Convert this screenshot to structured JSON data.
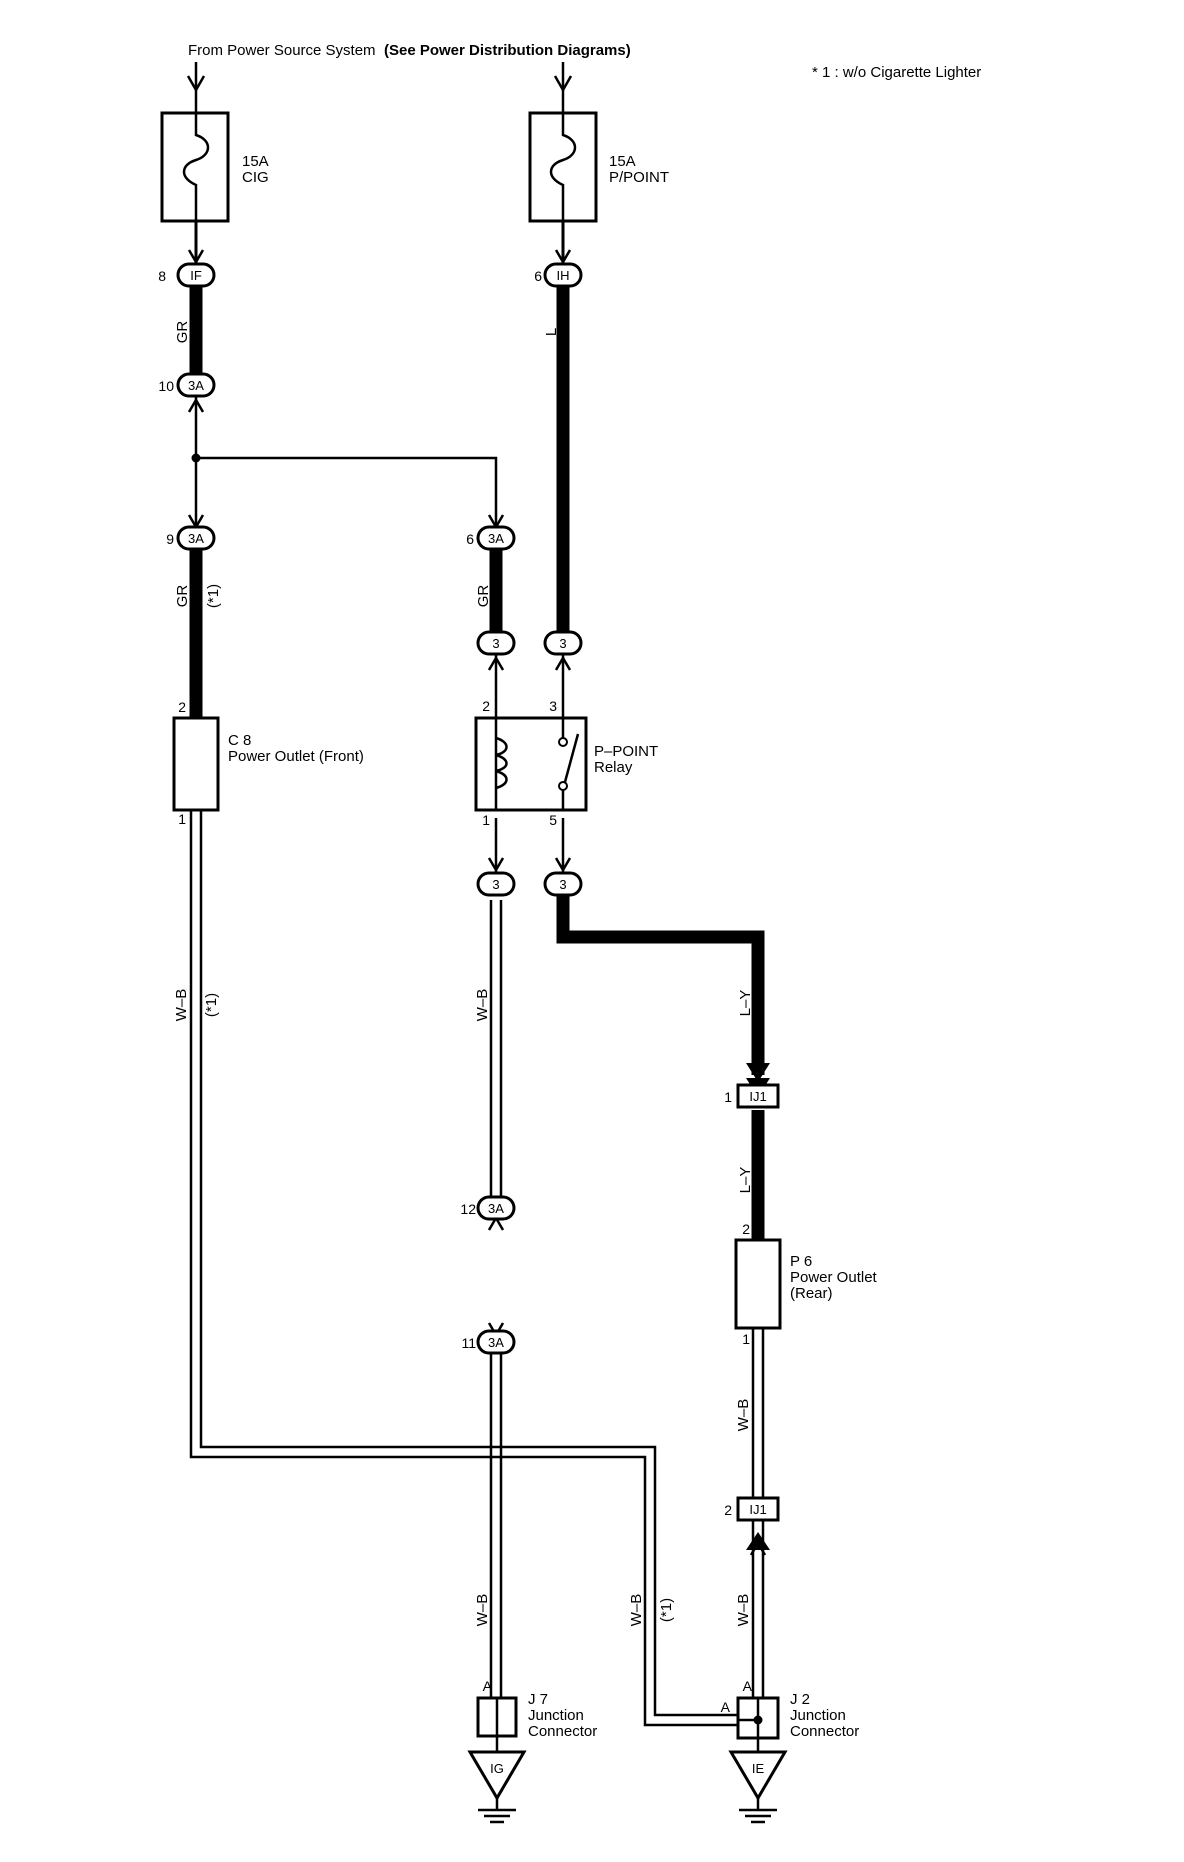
{
  "header": {
    "source_prefix": "From Power Source System",
    "source_ref": "(See Power Distribution Diagrams)",
    "footnote": "* 1 : w/o Cigarette Lighter"
  },
  "fuses": [
    {
      "amp": "15A",
      "name": "CIG"
    },
    {
      "amp": "15A",
      "name": "P/POINT"
    }
  ],
  "connectors": {
    "IF": "IF",
    "IH": "IH",
    "3A": "3A",
    "3": "3",
    "IJ1": "IJ1",
    "IG": "IG",
    "IE": "IE"
  },
  "pins": {
    "if_8": "8",
    "ih_6": "6",
    "c3a_10": "10",
    "c3a_9": "9",
    "c3a_6": "6",
    "c8_2": "2",
    "c8_1": "1",
    "relay_2": "2",
    "relay_3": "3",
    "relay_1": "1",
    "relay_5": "5",
    "ij1_1": "1",
    "p6_2": "2",
    "p6_1": "1",
    "ij1_2": "2",
    "c3a_12": "12",
    "c3a_11": "11",
    "j7_a": "A",
    "j2_a_top": "A",
    "j2_a_left": "A"
  },
  "wires": {
    "gr": "GR",
    "l": "L",
    "ly": "L–Y",
    "wb": "W–B",
    "note1": "(*1)"
  },
  "components": {
    "c8": {
      "code": "C 8",
      "name": "Power Outlet (Front)"
    },
    "relay": {
      "name": "P–POINT",
      "type": "Relay"
    },
    "p6": {
      "code": "P 6",
      "name": "Power Outlet",
      "sub": "(Rear)"
    },
    "j7": {
      "code": "J 7",
      "name": "Junction",
      "type": "Connector"
    },
    "j2": {
      "code": "J 2",
      "name": "Junction",
      "type": "Connector"
    }
  }
}
